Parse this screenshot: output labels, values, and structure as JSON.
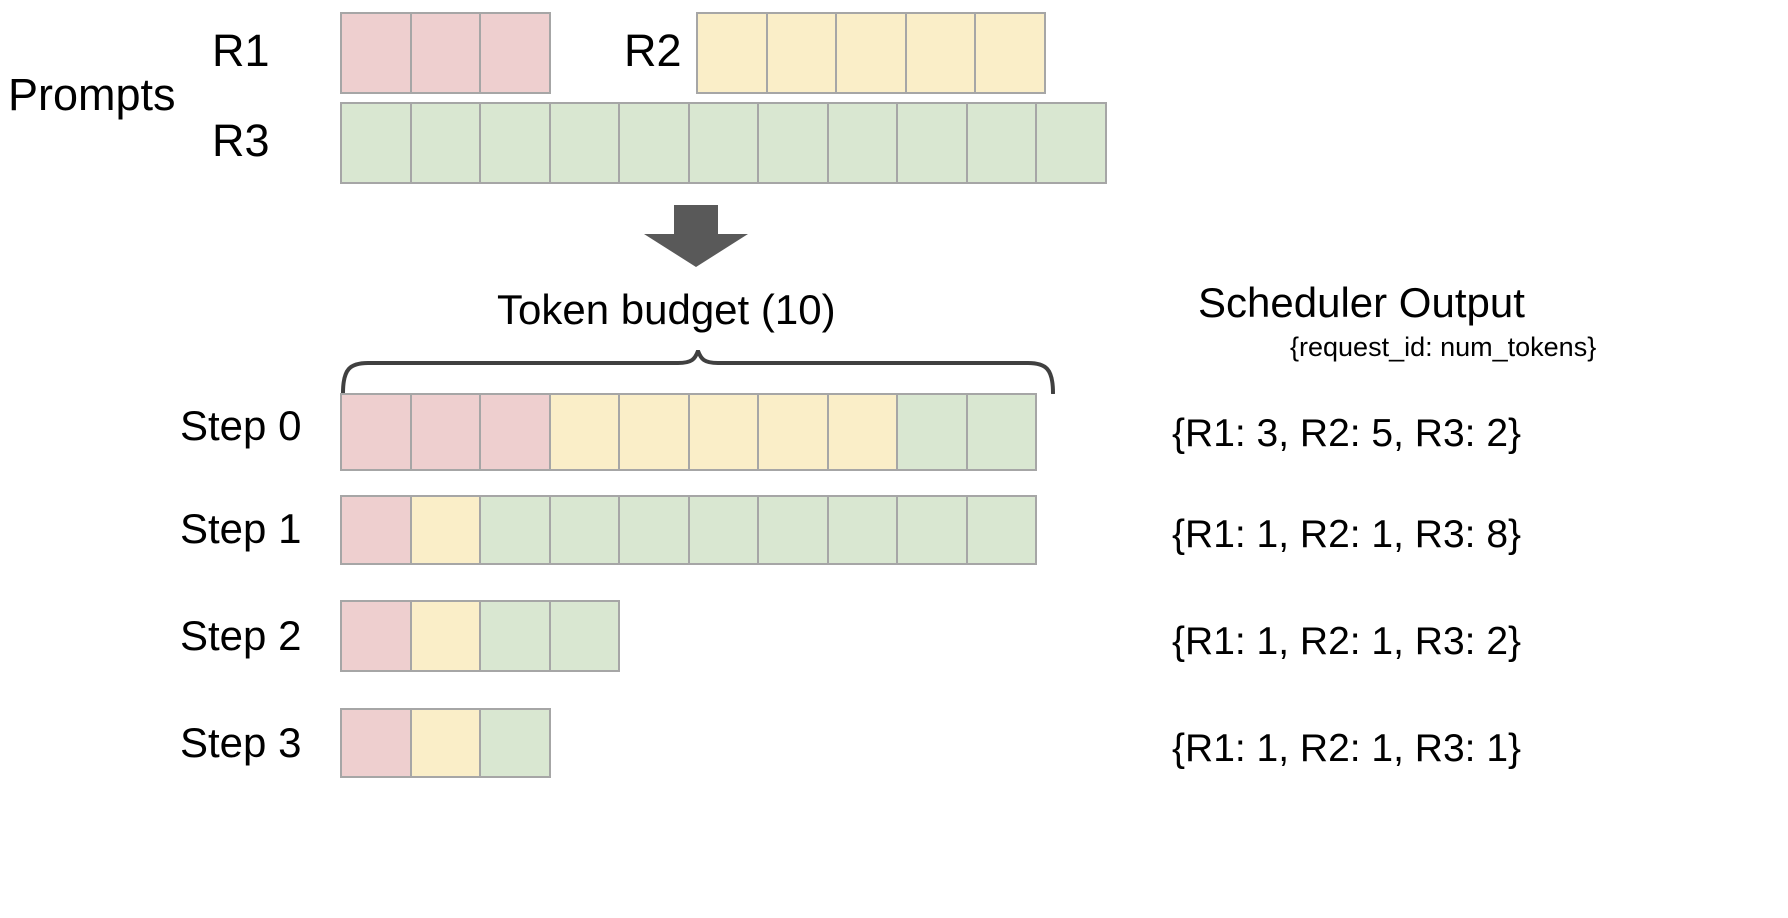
{
  "diagram": {
    "title_prompts": "Prompts",
    "budget_title": "Token  budget (10)",
    "arrow": "down-arrow"
  },
  "prompts": {
    "rows": [
      {
        "label": "R1",
        "color": "pink",
        "tokens": 3
      },
      {
        "label": "R2",
        "color": "yellow",
        "tokens": 5
      },
      {
        "label": "R3",
        "color": "green",
        "tokens": 11
      }
    ]
  },
  "schedule": {
    "token_budget": 10,
    "steps": [
      {
        "label": "Step 0",
        "segments": [
          {
            "color": "pink",
            "count": 3
          },
          {
            "color": "yellow",
            "count": 5
          },
          {
            "color": "green",
            "count": 2
          }
        ],
        "output": "{R1: 3, R2: 5, R3: 2}"
      },
      {
        "label": "Step 1",
        "segments": [
          {
            "color": "pink",
            "count": 1
          },
          {
            "color": "yellow",
            "count": 1
          },
          {
            "color": "green",
            "count": 8
          }
        ],
        "output": "{R1: 1, R2: 1, R3: 8}"
      },
      {
        "label": "Step 2",
        "segments": [
          {
            "color": "pink",
            "count": 1
          },
          {
            "color": "yellow",
            "count": 1
          },
          {
            "color": "green",
            "count": 2
          }
        ],
        "output": "{R1: 1, R2: 1, R3: 2}"
      },
      {
        "label": "Step 3",
        "segments": [
          {
            "color": "pink",
            "count": 1
          },
          {
            "color": "yellow",
            "count": 1
          },
          {
            "color": "green",
            "count": 1
          }
        ],
        "output": "{R1: 1, R2: 1, R3: 1}"
      }
    ]
  },
  "scheduler_output": {
    "title": "Scheduler Output",
    "subtitle": "{request_id: num_tokens}",
    "lines": [
      "{R1: 3, R2: 5, R3: 2}",
      "{R1: 1, R2: 1, R3: 8}",
      "{R1: 1, R2: 1, R3: 2}",
      "{R1: 1, R2: 1, R3: 1}"
    ]
  },
  "colors": {
    "pink": "#eecfcf",
    "yellow": "#faeec8",
    "green": "#d9e7d1",
    "cell_border": "#a6a6a6",
    "arrow": "#595959",
    "brace": "#404040",
    "text": "#000000"
  },
  "chart_data": {
    "type": "table",
    "title": "vLLM continuous batching token budget scheduling",
    "categories": [
      "Step 0",
      "Step 1",
      "Step 2",
      "Step 3"
    ],
    "series": [
      {
        "name": "R1",
        "values": [
          3,
          1,
          1,
          1
        ]
      },
      {
        "name": "R2",
        "values": [
          5,
          1,
          1,
          1
        ]
      },
      {
        "name": "R3",
        "values": [
          2,
          8,
          2,
          1
        ]
      }
    ],
    "prompt_lengths": {
      "R1": 3,
      "R2": 5,
      "R3": 11
    },
    "token_budget": 10,
    "step_totals": [
      10,
      10,
      4,
      3
    ]
  }
}
